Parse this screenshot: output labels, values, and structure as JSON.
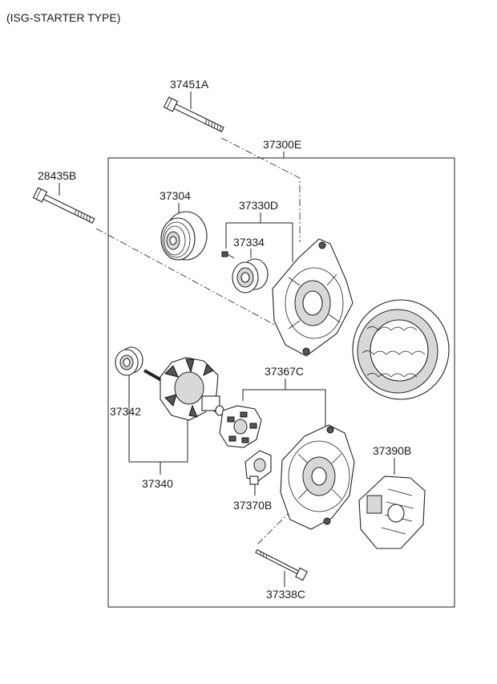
{
  "title": "(ISG-STARTER TYPE)",
  "labels": {
    "bolt_top": "37451A",
    "assembly": "37300E",
    "bolt_left": "28435B",
    "pulley": "37304",
    "front_bracket_set": "37330D",
    "bearing_front": "37334",
    "rectifier_set": "37367C",
    "bearing_rear": "37342",
    "rotor": "37340",
    "cover": "37390B",
    "brush_holder": "37370B",
    "through_bolt": "37338C"
  }
}
